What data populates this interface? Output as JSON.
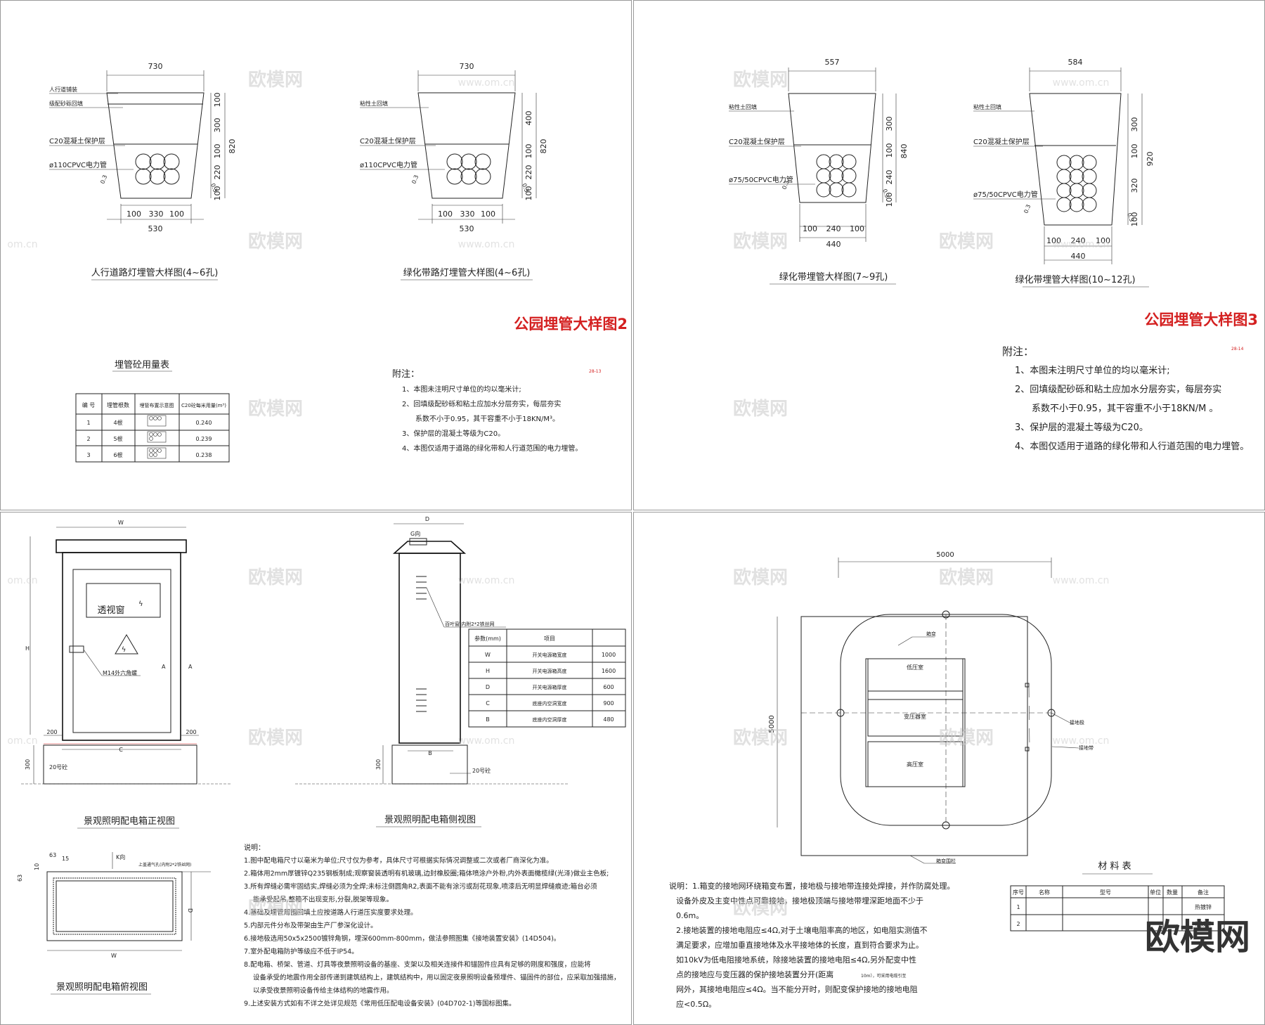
{
  "panels": {
    "p1": {
      "d1": {
        "title": "人行道路灯埋管大样图(4~6孔)",
        "top_width": "730",
        "labels": [
          "人行道铺装",
          "级配砂砾回填",
          "C20混凝土保护层",
          "ø110CPVC电力管"
        ],
        "right_dims": [
          "100",
          "300",
          "100",
          "220",
          "100"
        ],
        "total_height": "820",
        "slope": "0.3",
        "bottom_dims": [
          "100",
          "330",
          "100"
        ],
        "bottom_width": "530"
      },
      "d2": {
        "title": "绿化带路灯埋管大样图(4~6孔)",
        "top_width": "730",
        "labels": [
          "粘性土回填",
          "C20混凝土保护层",
          "ø110CPVC电力管"
        ],
        "right_dims": [
          "400",
          "100",
          "220",
          "100"
        ],
        "total_height": "820",
        "slope": "0.3",
        "bottom_dims": [
          "100",
          "330",
          "100"
        ],
        "bottom_width": "530"
      },
      "sheet_title": "公园埋管大样图2",
      "table": {
        "title": "埋管砼用量表",
        "headers": [
          "编 号",
          "埋管根数",
          "埋管布置示意图",
          "C20砼每米用量(m³)"
        ],
        "rows": [
          [
            "1",
            "4根",
            "0.240"
          ],
          [
            "2",
            "5根",
            "0.239"
          ],
          [
            "3",
            "6根",
            "0.238"
          ]
        ]
      },
      "notes": {
        "heading": "附注：",
        "items": [
          "1、本图未注明尺寸单位的均以毫米计;",
          "2、回填级配砂砾和粘土应加水分层夯实，每层夯实",
          "系数不小于0.95，其干容重不小于18KN/M³。",
          "3、保护层的混凝土等级为C20。",
          "4、本图仅适用于道路的绿化带和人行道范围的电力埋管。"
        ]
      },
      "page_code": "28-13"
    },
    "p2": {
      "d3": {
        "title": "绿化带埋管大样图(7~9孔)",
        "top_width": "557",
        "labels": [
          "粘性土回填",
          "C20混凝土保护层",
          "ø75/50CPVC电力管"
        ],
        "right_dims": [
          "300",
          "100",
          "240",
          "100"
        ],
        "total_height": "840",
        "slope": "0.3",
        "bottom_dims": [
          "100",
          "240",
          "100"
        ],
        "bottom_width": "440"
      },
      "d4": {
        "title": "绿化带埋管大样图(10~12孔)",
        "top_width": "584",
        "labels": [
          "粘性土回填",
          "C20混凝土保护层",
          "ø75/50CPVC电力管"
        ],
        "right_dims": [
          "300",
          "100",
          "320",
          "100"
        ],
        "total_height": "920",
        "slope": "0.3",
        "bottom_dims": [
          "100",
          "240",
          "100"
        ],
        "bottom_width": "440"
      },
      "sheet_title": "公园埋管大样图3",
      "notes": {
        "heading": "附注：",
        "items": [
          "1、本图未注明尺寸单位的均以毫米计;",
          "2、回填级配砂砾和粘土应加水分层夯实，每层夯实",
          "系数不小于0.95，其干容重不小于18KN/M 。",
          "3、保护层的混凝土等级为C20。",
          "4、本图仅适用于道路的绿化带和人行道范围的电力埋管。"
        ]
      },
      "page_code": "28-14"
    },
    "p3": {
      "front": {
        "title": "景观照明配电箱正视图",
        "w": "W",
        "h": "H",
        "window": "透视窗",
        "lock": "M14外六角螺",
        "arrow_a": "A",
        "side_dim": "200",
        "c": "C",
        "base": "300",
        "grout": "20号砼"
      },
      "side": {
        "title": "景观照明配电箱侧视图",
        "d": "D",
        "g": "G向",
        "louver": "百叶窗 内附2*2铁丝网",
        "b": "B",
        "base": "300",
        "grout": "20号砼"
      },
      "params": {
        "headers": [
          "参数(mm)",
          "项目",
          ""
        ],
        "rows": [
          [
            "W",
            "开关电源箱宽度",
            "1000"
          ],
          [
            "H",
            "开关电源箱高度",
            "1600"
          ],
          [
            "D",
            "开关电源箱厚度",
            "600"
          ],
          [
            "C",
            "底座内空洞宽度",
            "900"
          ],
          [
            "B",
            "底座内空洞厚度",
            "480"
          ]
        ]
      },
      "top": {
        "title": "景观照明配电箱俯视图",
        "k": "K向",
        "vent": "上盖通气孔(内附2*2铁丝网)",
        "d63a": "63",
        "d15": "15",
        "d10": "10",
        "d63b": "63",
        "w": "W",
        "d": "D"
      },
      "notes": {
        "heading": "说明：",
        "items": [
          "1.图中配电箱尺寸以毫米为单位;尺寸仅为参考，具体尺寸可根据实际情况调整或二次或者厂商深化为准。",
          "2.箱体用2mm厚镀锌Q235钢板制成;观察窗装透明有机玻璃,边封橡胶圈;箱体喷涂户外粉,内外表面橄榄绿(光泽)做业主色板;",
          "3.所有焊缝必需牢固结实,焊缝必须为全焊;未标注倒圆角R2,表面不能有涂污或刮花现象,喷漆后无明显焊缝痕迹;箱台必须",
          "能承受起吊,整箱不出现变形,分裂,脱架等现象。",
          "4.基础及埋管周围回填土应按道路人行道压实度要求处理。",
          "5.内部元件分布及带架由生产厂参深化设计。",
          "6.接地极选用50x5x2500镀锌角钢，埋深600mm-800mm，做法参照图集《接地装置安装》(14D504)。",
          "7.室外配电箱防护等级应不低于IP54。",
          "8.配电箱、桥架、管道、灯具等夜景照明设备的基座、支架以及相关连接件和锚固件应具有足够的刚度和强度，应能将",
          "设备承受的地震作用全部传递到建筑结构上，建筑结构中，用以固定夜景照明设备预埋件、锚固件的部位，应采取加强措施，",
          "以承受夜景照明设备传给主体结构的地震作用。",
          "9.上述安装方式如有不详之处详见规范《常用低压配电设备安装》(04D702-1)等国标图集。"
        ]
      }
    },
    "p4": {
      "width": "5000",
      "height": "5000",
      "boxes": [
        "低压室",
        "变压器室",
        "高压室"
      ],
      "labels": {
        "box": "箱变",
        "electrode": "接地极",
        "belt": "接地带",
        "wall": "箱变围栏"
      },
      "mat": {
        "title": "材  料  表",
        "headers": [
          "序号",
          "名称",
          "型号",
          "单位",
          "数量",
          "备注"
        ],
        "rows": [
          [
            "1",
            "",
            "",
            "",
            "",
            "热镀锌"
          ],
          [
            "2",
            "",
            "",
            "",
            "",
            "热镀锌"
          ]
        ]
      },
      "notes": [
        "说明：1.箱变的接地网环绕箱变布置，接地极与接地带连接处焊接，并作防腐处理。",
        "设备外皮及主变中性点可靠接地，接地极顶端与接地带埋深距地面不少于",
        "0.6m。",
        "2.接地装置的接地电阻应≤4Ω,对于土壤电阻率高的地区，如电阻实测值不",
        "满足要求，应增加垂直接地体及水平接地体的长度，直到符合要求为止。",
        "如10kV为低电阻接地系统，除接地装置的接地电阻≤4Ω,另外配变中性",
        "点的接地应与变压器的保护接地装置分开(距离",
        "网外，其接地电阻应≤4Ω。当不能分开时，则配变保护接地的接地电阻",
        "应<0.5Ω。"
      ],
      "note_small": "10m），可采用电缆引至"
    }
  },
  "watermarks": {
    "big": "欧模网",
    "url": "www.om.cn",
    "url_left": "om.cn"
  },
  "brand": "欧模网"
}
